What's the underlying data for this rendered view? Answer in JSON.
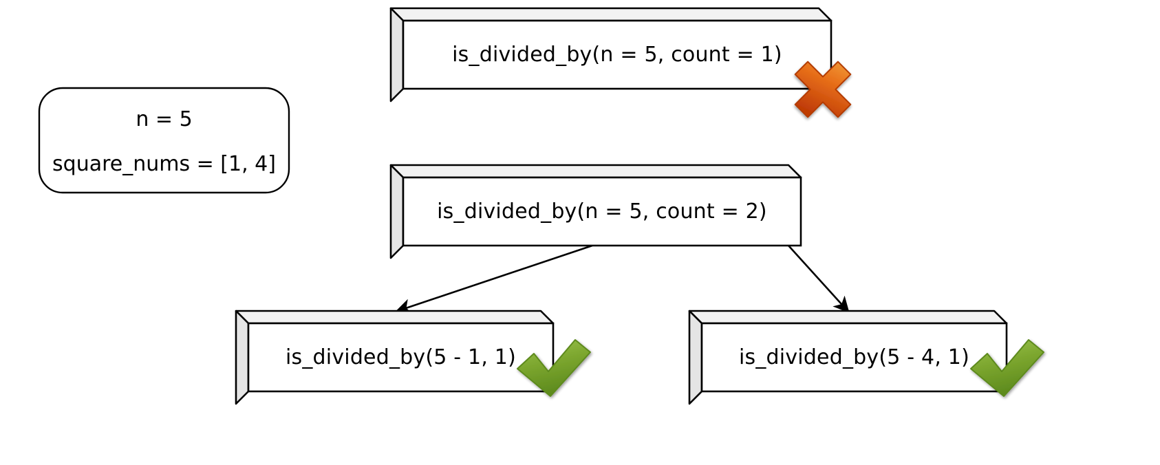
{
  "diagram": {
    "title": "is_divided_by recursion call tree",
    "background_color": "#ffffff",
    "box_face_color": "#ffffff",
    "box_top_color": "#f2f2f2",
    "box_side_color": "#e5e5e5",
    "box_stroke_color": "#000000",
    "arrow_color": "#000000",
    "cross_color": "#d9480f",
    "cross_color_light": "#f08c3a",
    "check_color": "#6b9b28",
    "check_color_light": "#8dbc45"
  },
  "state_panel": {
    "name": "state-panel",
    "lines": [
      "n = 5",
      "square_nums = [1, 4]"
    ]
  },
  "nodes": [
    {
      "id": "call-n5-count1",
      "label": "is_divided_by(n = 5, count = 1)",
      "status": "fail",
      "status_icon": "cross-icon"
    },
    {
      "id": "call-n5-count2",
      "label": "is_divided_by(n = 5, count = 2)",
      "status": "none",
      "status_icon": ""
    },
    {
      "id": "call-5-minus-1",
      "label": "is_divided_by(5 - 1, 1)",
      "status": "pass",
      "status_icon": "check-icon"
    },
    {
      "id": "call-5-minus-4",
      "label": "is_divided_by(5 - 4, 1)",
      "status": "pass",
      "status_icon": "check-icon"
    }
  ],
  "edges": [
    {
      "from": "call-n5-count2",
      "to": "call-5-minus-1"
    },
    {
      "from": "call-n5-count2",
      "to": "call-5-minus-4"
    }
  ]
}
